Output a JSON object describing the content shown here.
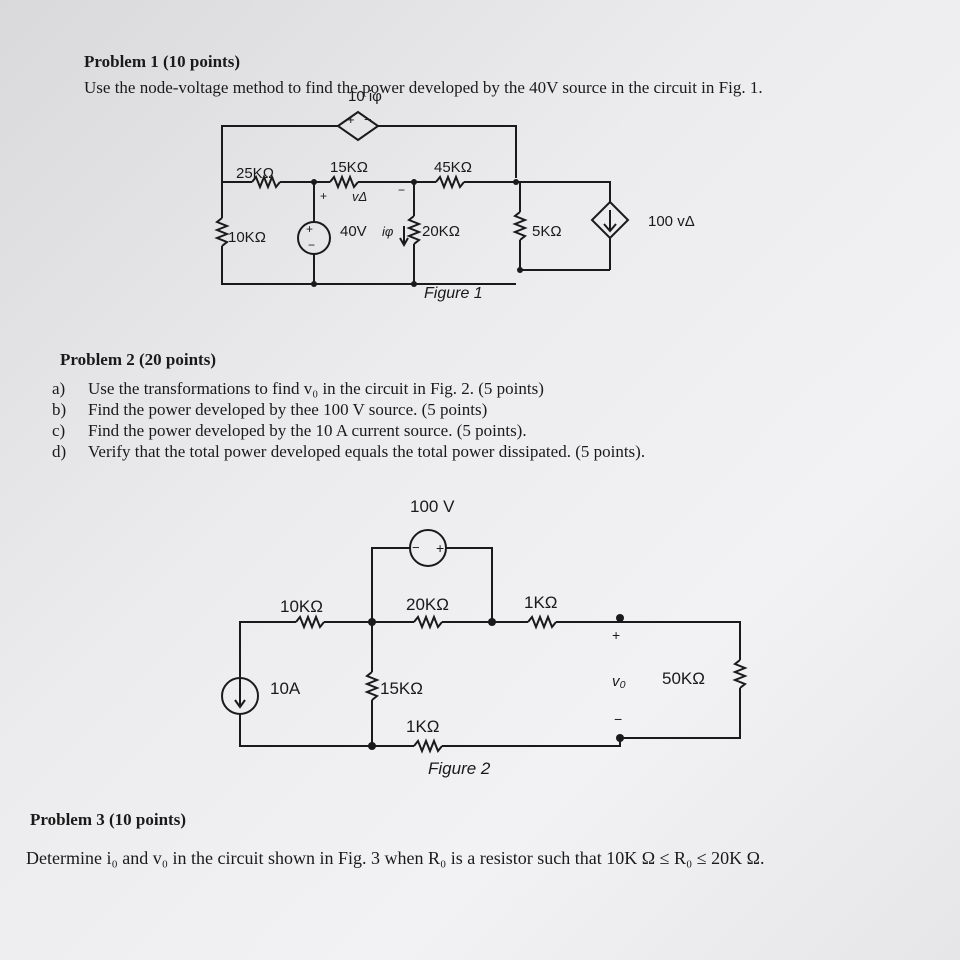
{
  "problem1": {
    "heading": "Problem 1 (10 points)",
    "prompt": "Use the node-voltage method to find the power developed by the 40V source in the circuit in Fig. 1.",
    "figure": {
      "caption": "Figure 1",
      "dep_source_top": "10 iφ",
      "r25": "25KΩ",
      "r15": "15KΩ",
      "r45": "45KΩ",
      "r10": "10KΩ",
      "vsrc": "40V",
      "iphi": "iφ",
      "r20": "20KΩ",
      "r5": "5KΩ",
      "dep_current": "100 vΔ",
      "vdelta": "vΔ",
      "plus": "+",
      "minus": "−"
    }
  },
  "problem2": {
    "heading": "Problem 2 (20 points)",
    "items": [
      {
        "marker": "a)",
        "text": "Use the transformations to find v₀ in the circuit in Fig. 2. (5 points)"
      },
      {
        "marker": "b)",
        "text": "Find the power developed by thee 100 V source. (5 points)"
      },
      {
        "marker": "c)",
        "text": "Find the power developed by the 10 A current source. (5 points)."
      },
      {
        "marker": "d)",
        "text": "Verify that the total power developed equals the total power dissipated. (5 points)."
      }
    ],
    "figure": {
      "caption": "Figure 2",
      "vsrc": "100 V",
      "r10": "10KΩ",
      "r20": "20KΩ",
      "r1a": "1KΩ",
      "isrc": "10A",
      "r15": "15KΩ",
      "r1b": "1KΩ",
      "vo": "v₀",
      "r50": "50KΩ",
      "plus": "+",
      "minus": "−"
    }
  },
  "problem3": {
    "heading": "Problem 3 (10 points)",
    "prompt": "Determine i₀ and v₀ in the circuit shown in Fig. 3 when R₀ is a resistor such that 10K Ω ≤ R₀ ≤ 20K Ω."
  }
}
